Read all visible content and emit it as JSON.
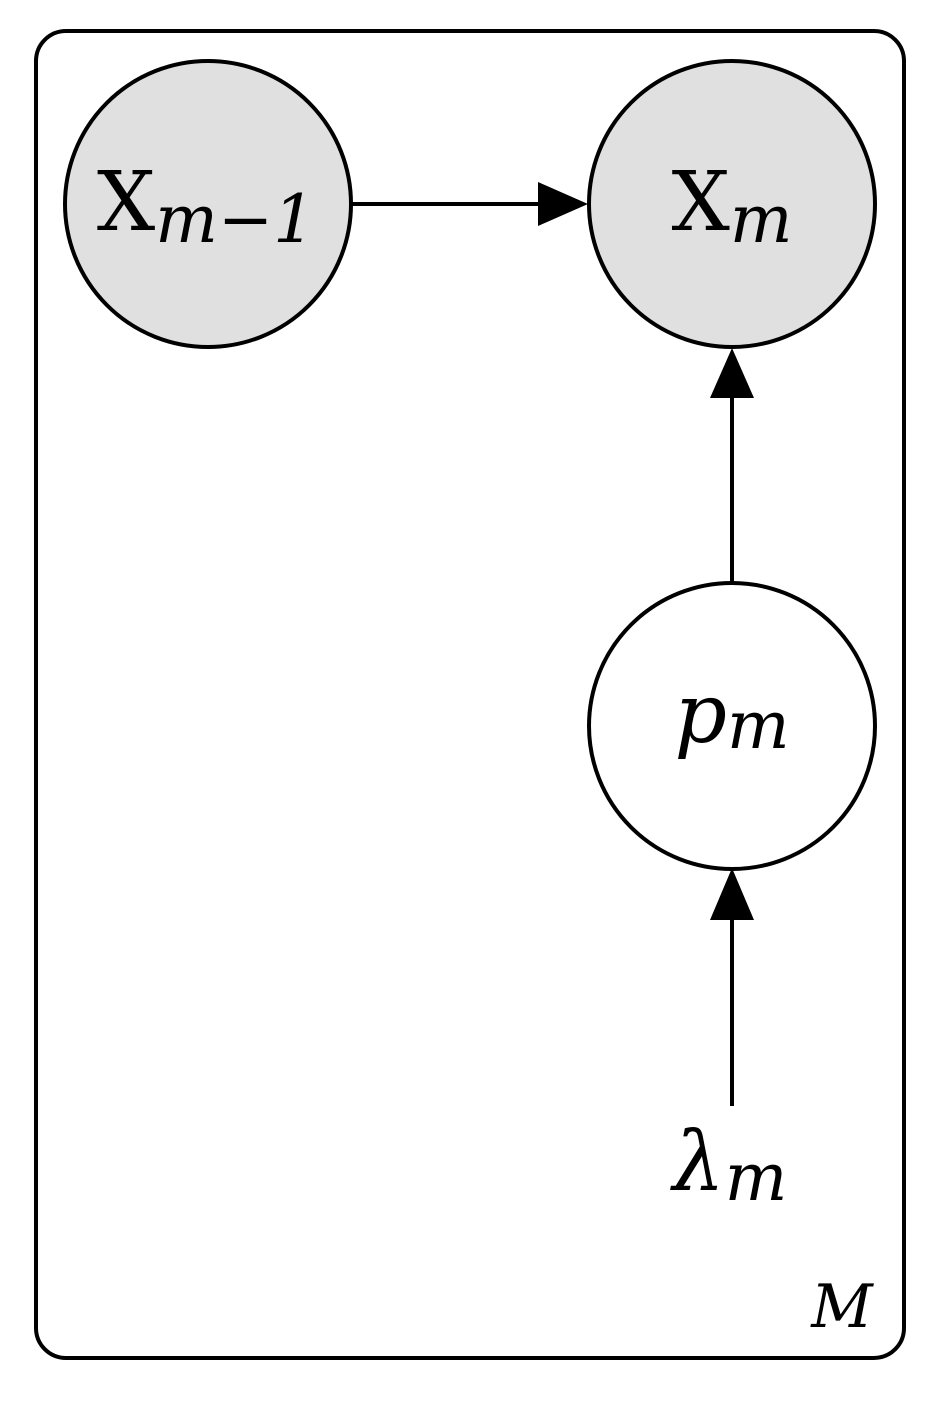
{
  "diagram": {
    "plate": {
      "label": "M"
    },
    "nodes": {
      "x_prev": {
        "symbol": "X",
        "subscript": "m−1",
        "observed": true
      },
      "x_m": {
        "symbol": "X",
        "subscript": "m",
        "observed": true
      },
      "p_m": {
        "symbol": "p",
        "subscript": "m",
        "observed": false
      },
      "lambda_m": {
        "symbol": "λ",
        "subscript": "m",
        "observed": false
      }
    },
    "edges": [
      {
        "from": "x_prev",
        "to": "x_m"
      },
      {
        "from": "p_m",
        "to": "x_m"
      },
      {
        "from": "lambda_m",
        "to": "p_m"
      }
    ],
    "colors": {
      "observed_fill": "#e0e0e0",
      "latent_fill": "#ffffff",
      "stroke": "#000000"
    }
  }
}
